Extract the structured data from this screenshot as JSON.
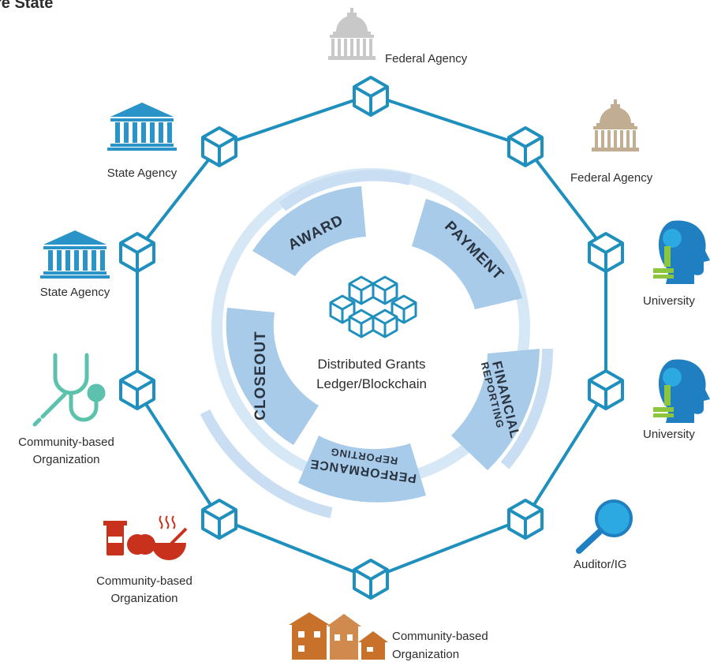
{
  "header": {
    "title_fragment": "re State"
  },
  "center": {
    "line1": "Distributed Grants",
    "line2": "Ledger/Blockchain"
  },
  "stages": {
    "award": "AWARD",
    "payment": "PAYMENT",
    "financial_line1": "FINANCIAL",
    "financial_line2": "REPORTING",
    "performance_line1": "PERFORMANCE",
    "performance_line2": "REPORTING",
    "closeout": "CLOSEOUT"
  },
  "nodes": {
    "federal_top": "Federal Agency",
    "federal_right": "Federal Agency",
    "university_1": "University",
    "university_2": "University",
    "auditor": "Auditor/IG",
    "cbo_bottom_line1": "Community-based",
    "cbo_bottom_line2": "Organization",
    "cbo_lowerleft_line1": "Community-based",
    "cbo_lowerleft_line2": "Organization",
    "cbo_left_line1": "Community-based",
    "cbo_left_line2": "Organization",
    "state_1": "State Agency",
    "state_2": "State Agency"
  },
  "colors": {
    "network": "#1f8fbd",
    "stage_fill": "#a9cbea",
    "stage_light": "#d6e7f6",
    "federal_gray": "#c8c8c8",
    "federal_tan": "#c1ad92",
    "state_blue": "#2a93c8",
    "university_blue": "#1f7fc1",
    "university_green": "#8cc63f",
    "auditor_blue": "#2ba9e0",
    "health_teal": "#5cc2ae",
    "food_red": "#c8321d",
    "housing_orange": "#c7712a"
  },
  "icons": [
    "capitol-icon",
    "bank-icon",
    "head-microscope-icon",
    "magnifier-icon",
    "stethoscope-icon",
    "food-icon",
    "houses-icon",
    "cube-icon",
    "blockchain-stack-icon"
  ]
}
